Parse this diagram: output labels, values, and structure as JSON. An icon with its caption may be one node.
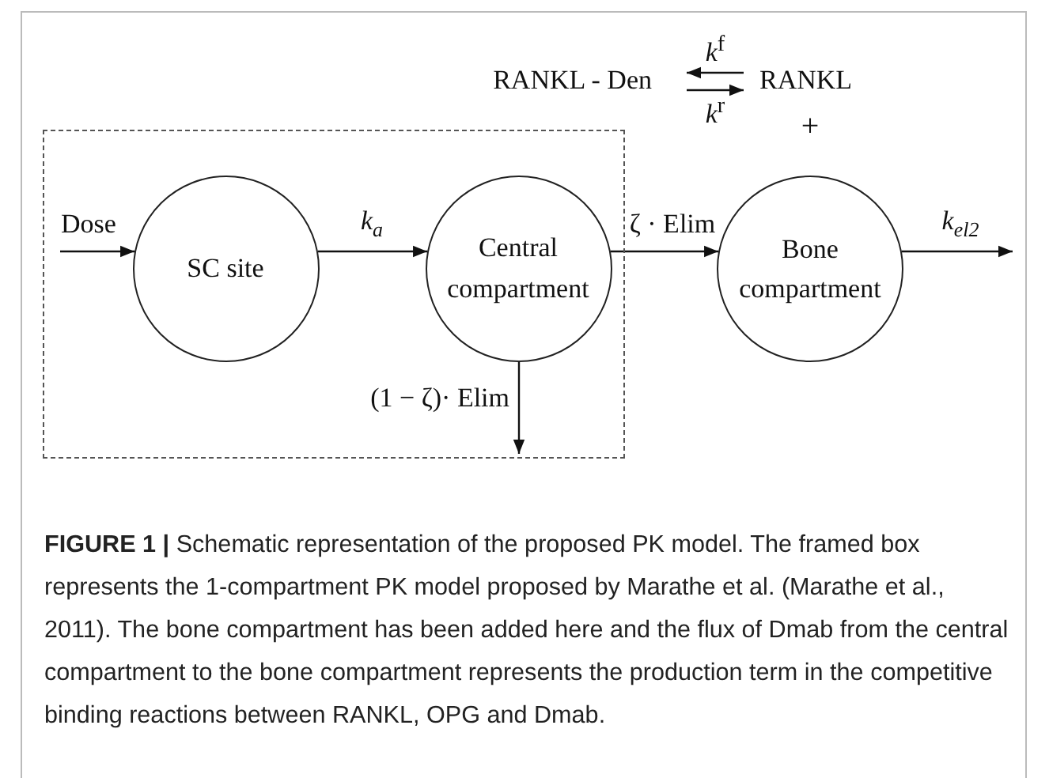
{
  "diagram": {
    "caption": "**FIGURE 1 |** Schematic representation of the proposed PK model. The framed box represents the 1-compartment PK model proposed by Marathe et al. (Marathe et al., 2011). The bone compartment has been added here and the flux of Dmab from the central compartment to the bone compartment represents the production term in the competitive binding reactions between RANKL, OPG and Dmab.",
    "nodes": [
      {
        "text": [],
        "shape": "box"
      },
      {
        "text": [
          "SC site"
        ],
        "in": 0
      },
      {
        "text": [
          "Central compartment"
        ],
        "in": 0
      },
      {
        "text": [
          "Bone compartment"
        ]
      },
      {
        "text": [
          "RANKL - Den"
        ]
      },
      {
        "text": [
          "RANKL"
        ]
      }
    ],
    "edges": [
      {
        "from": 5,
        "to": 4,
        "arrow": "to",
        "label": "*k*$^{f}$"
      },
      {
        "from": 4,
        "to": 5,
        "arrow": "to",
        "label": "*k*$^{r}$"
      },
      {
        "from": null,
        "to": 1,
        "arrow": "to",
        "label": "Dose"
      },
      {
        "from": 1,
        "to": 2,
        "arrow": "to",
        "label": "*k*$_{a}$"
      },
      {
        "from": 2,
        "to": 3,
        "arrow": "to",
        "label": "ζ · Elim"
      },
      {
        "from": 2,
        "to": null,
        "arrow": "to",
        "label": "(1 − ζ)· Elim"
      },
      {
        "from": 3,
        "to": null,
        "arrow": "to",
        "label": "*k*$_{el2}$"
      }
    ],
    "labels": [
      "+"
    ]
  }
}
